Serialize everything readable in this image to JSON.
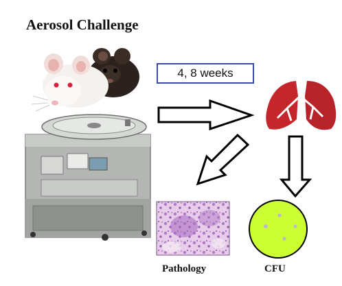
{
  "title": "Aerosol Challenge",
  "timing_label": "4, 8 weeks",
  "outputs": {
    "pathology_label": "Pathology",
    "cfu_label": "CFU"
  },
  "icons": {
    "animals": "mice-icon",
    "device": "aerosol-chamber-icon",
    "organ": "lungs-icon",
    "histology": "histology-slide-icon",
    "colonies": "petri-dish-icon"
  },
  "colors": {
    "box_border": "#3a4aa8",
    "lung_red": "#c4262b",
    "dish_fill": "#ccff33",
    "tissue": "#c99ad6"
  }
}
